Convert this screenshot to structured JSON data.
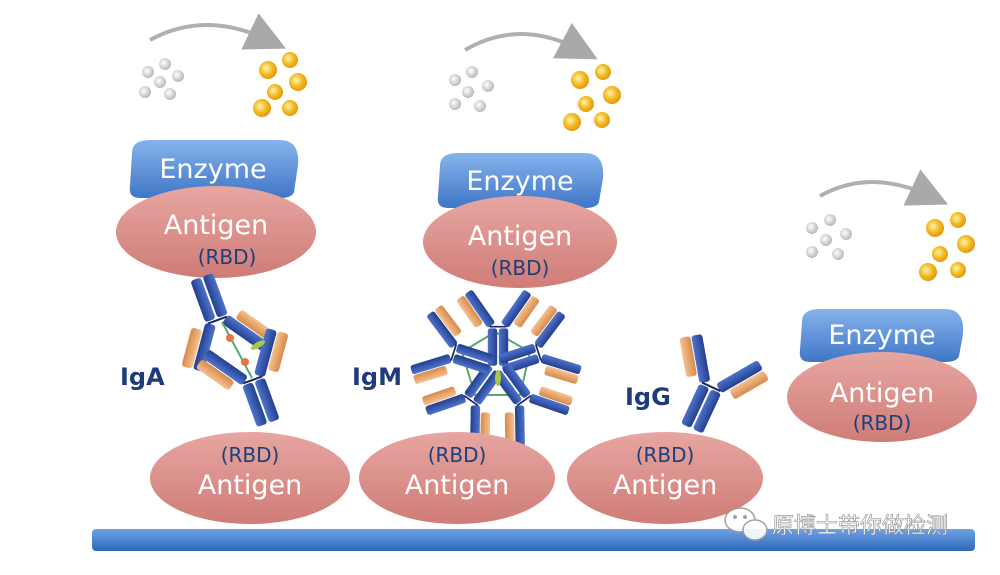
{
  "labels": {
    "antigen": "Antigen",
    "rbd": "(RBD)",
    "enzyme": "Enzyme",
    "iga": "IgA",
    "igm": "IgM",
    "igg": "IgG"
  },
  "watermark": {
    "text": "原博士带你做检测",
    "logo": "wechat-logo"
  },
  "colors": {
    "antigen_fill": "#d98c87",
    "enzyme_fill": "#5b8fd6",
    "plate": "#4a86d4",
    "heavy_chain": "#2e4fa8",
    "light_chain": "#e8a56b",
    "product": "#f2b823",
    "substrate": "#c8c8c8"
  }
}
